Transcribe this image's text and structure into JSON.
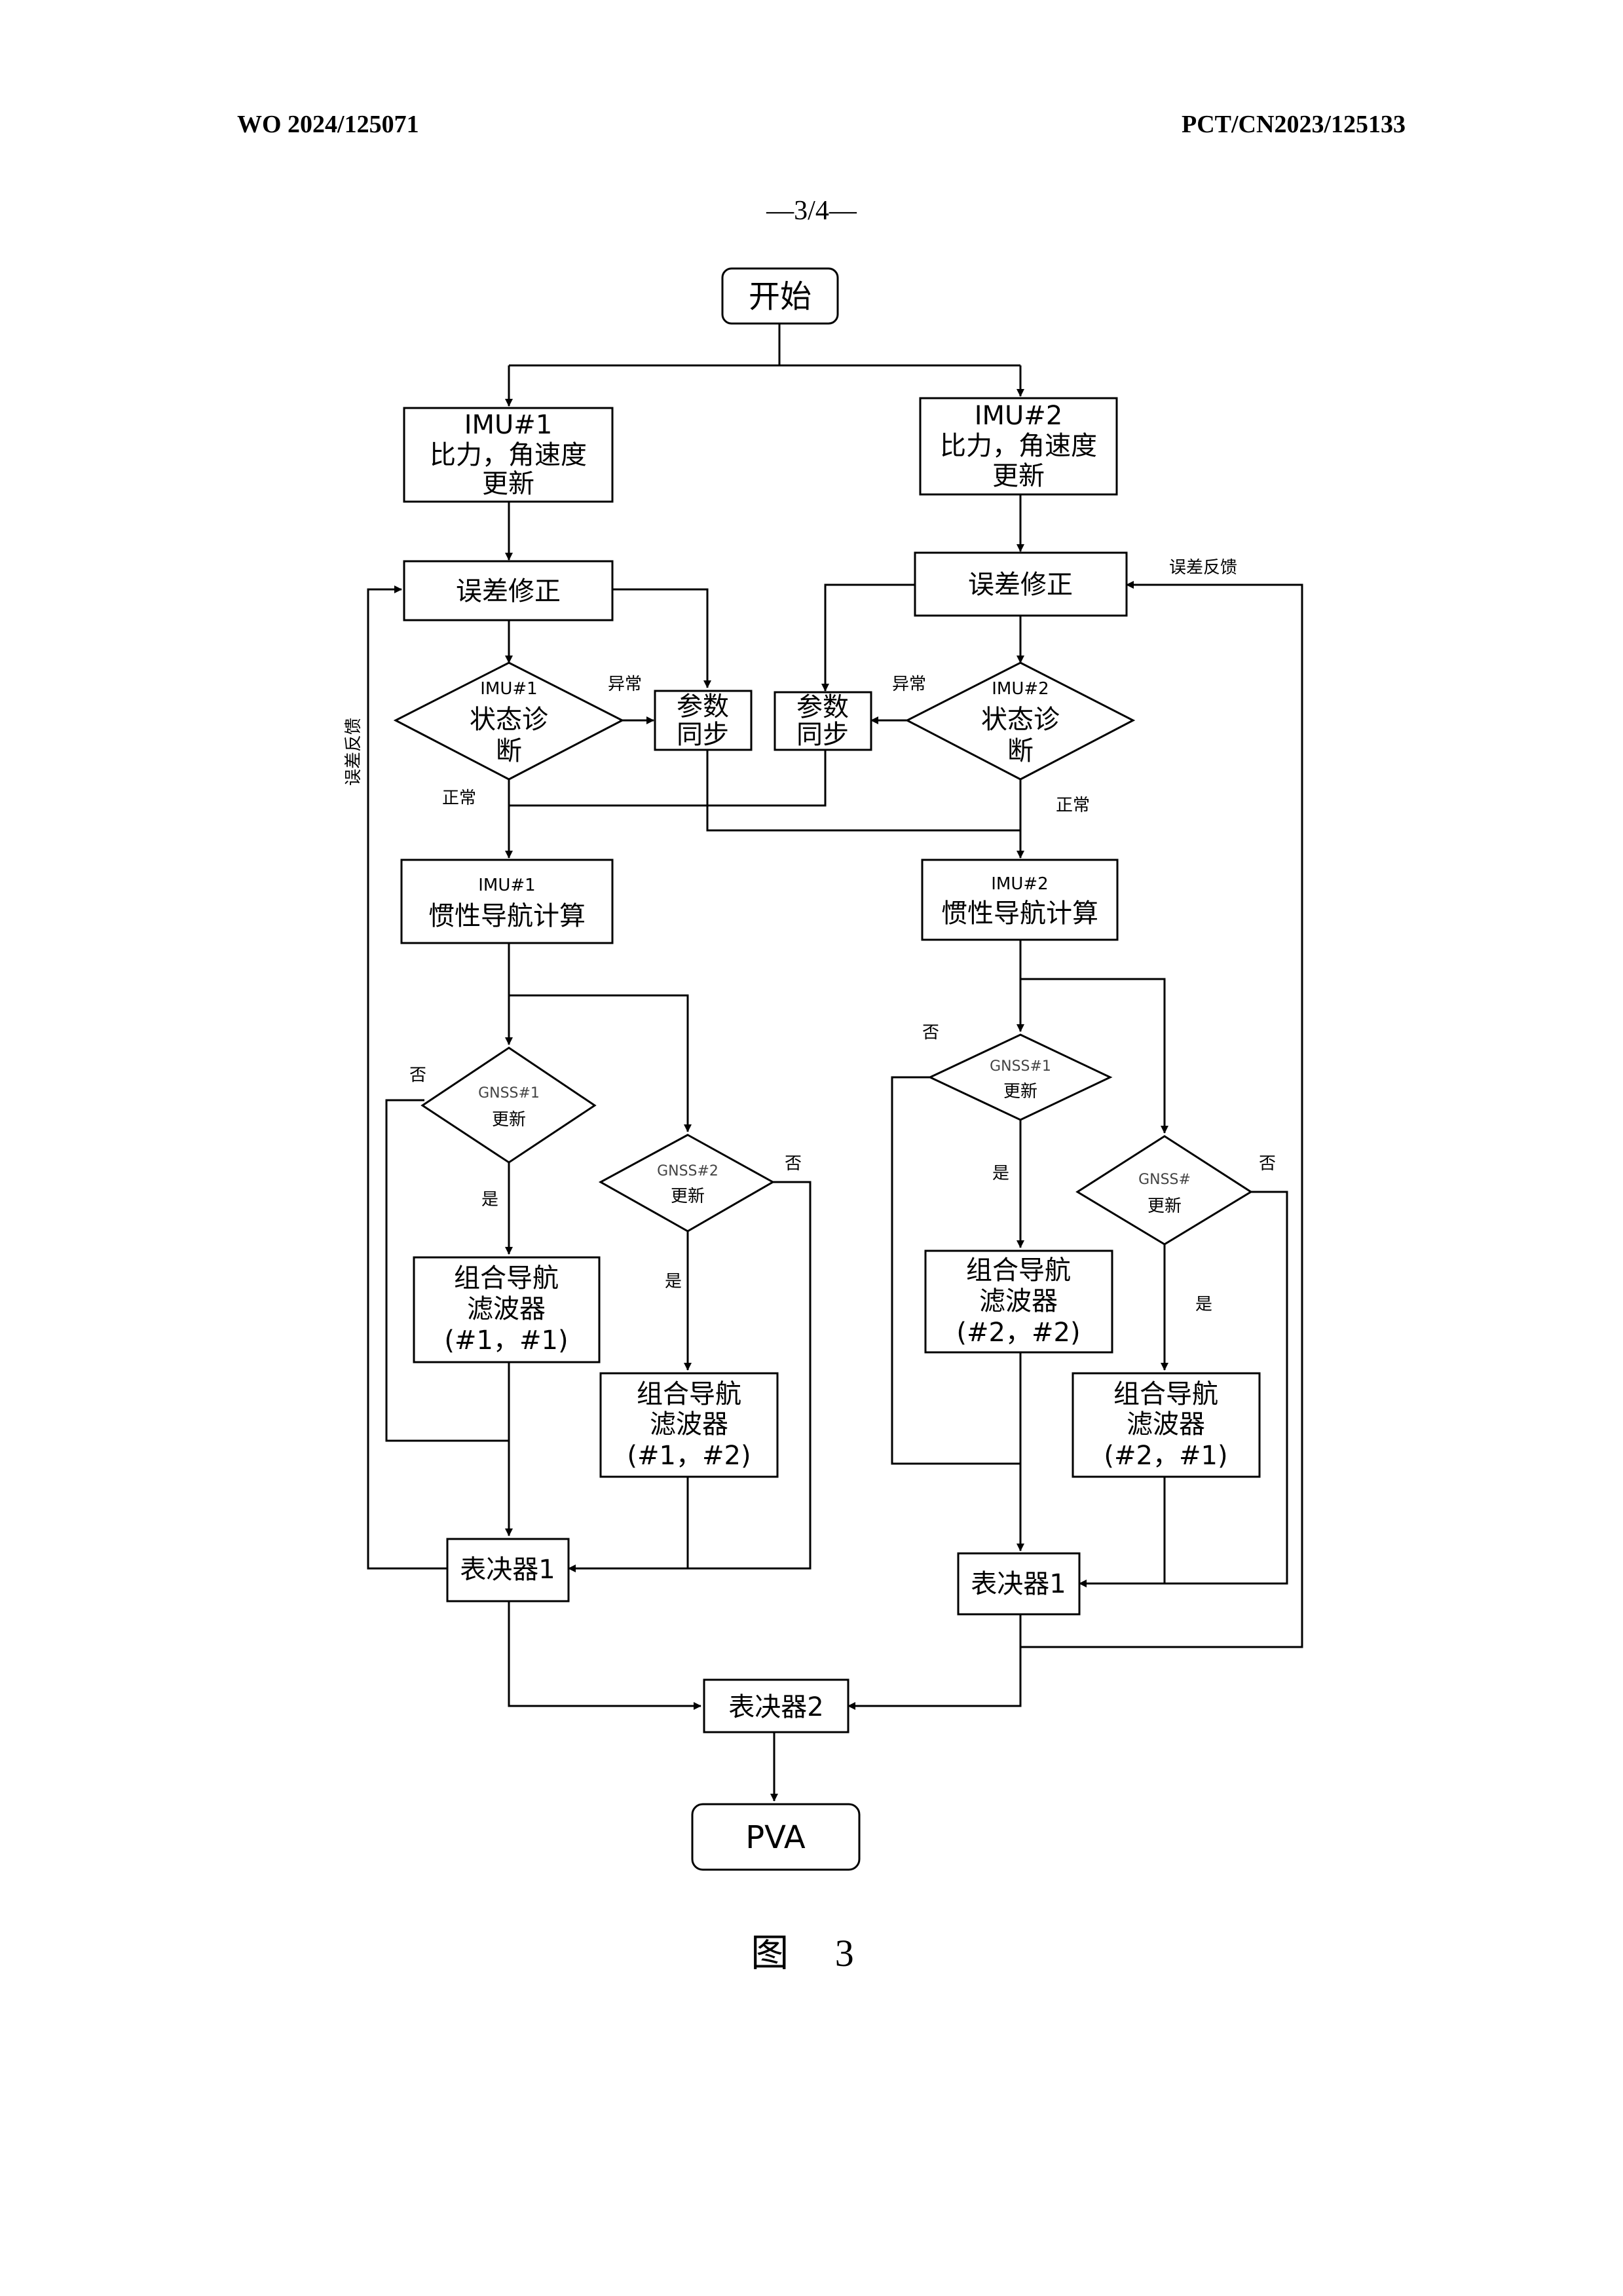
{
  "header": {
    "pub_number": "WO 2024/125071",
    "app_number": "PCT/CN2023/125133",
    "page": "—3/4—"
  },
  "figure": {
    "caption": "图 3"
  },
  "nodes": {
    "start": "开始",
    "imu1_update": [
      "IMU#1",
      "比力，角速度",
      "更新"
    ],
    "imu2_update": [
      "IMU#2",
      "比力，角速度",
      "更新"
    ],
    "err_corr_1": "误差修正",
    "err_corr_2": "误差修正",
    "diag_1": [
      "IMU#1",
      "状态诊",
      "断"
    ],
    "diag_2": [
      "IMU#2",
      "状态诊",
      "断"
    ],
    "param_sync_1": [
      "参数",
      "同步"
    ],
    "param_sync_2": [
      "参数",
      "同步"
    ],
    "ins_1": [
      "IMU#1",
      "惯性导航计算"
    ],
    "ins_2": [
      "IMU#2",
      "惯性导航计算"
    ],
    "gnss_1_1": [
      "GNSS#1",
      "更新"
    ],
    "gnss_1_2": [
      "GNSS#2",
      "更新"
    ],
    "gnss_2_1": [
      "GNSS#1",
      "更新"
    ],
    "gnss_2_2": [
      "GNSS#",
      "更新"
    ],
    "filter_11": [
      "组合导航",
      "滤波器",
      "(#1，#1)"
    ],
    "filter_12": [
      "组合导航",
      "滤波器",
      "(#1，#2)"
    ],
    "filter_22": [
      "组合导航",
      "滤波器",
      "(#2，#2)"
    ],
    "filter_21": [
      "组合导航",
      "滤波器",
      "(#2，#1)"
    ],
    "voter_1a": "表决器1",
    "voter_1b": "表决器1",
    "voter_2": "表决器2",
    "output": "PVA"
  },
  "edge_labels": {
    "abnormal_1": "异常",
    "abnormal_2": "异常",
    "normal_1": "正常",
    "normal_2": "正常",
    "no_1": "否",
    "no_2": "否",
    "no_3": "否",
    "no_4": "否",
    "yes_1": "是",
    "yes_2": "是",
    "yes_3": "是",
    "yes_4": "是",
    "feedback_left": "误差反馈",
    "feedback_right": "误差反馈"
  }
}
